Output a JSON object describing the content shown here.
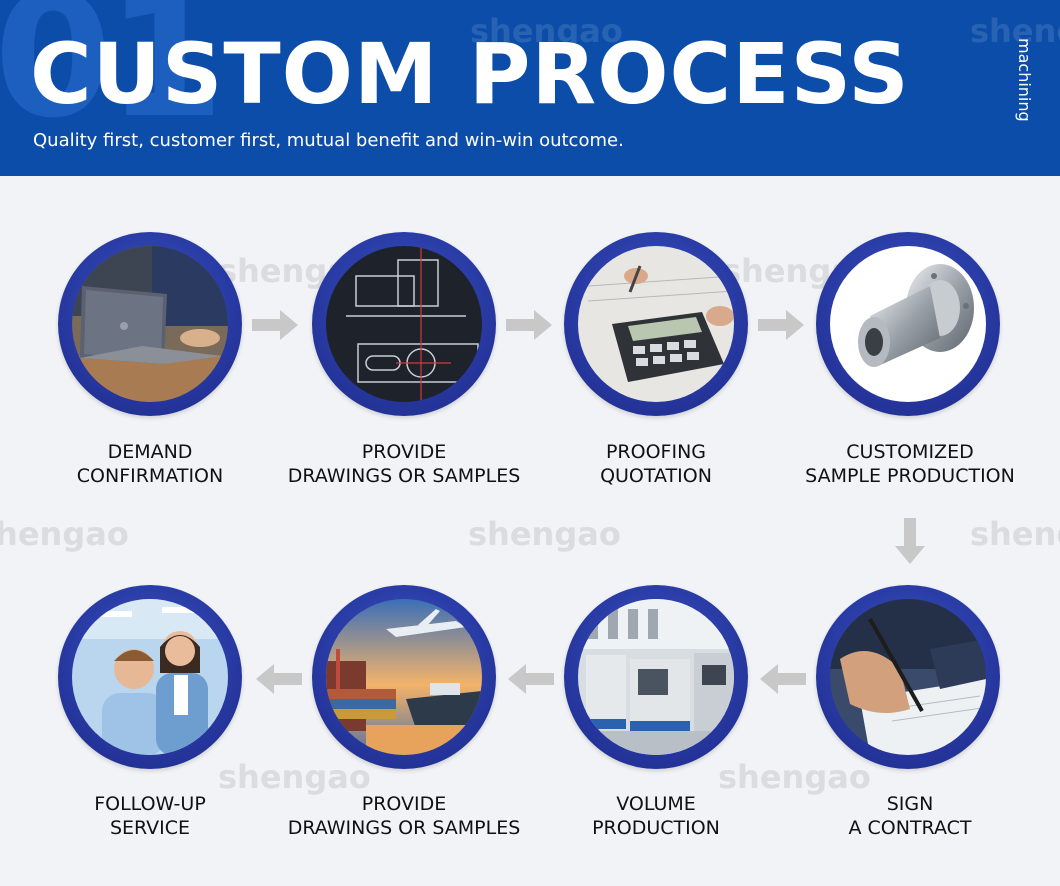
{
  "header": {
    "number": "01",
    "title": "CUSTOM PROCESS",
    "subtitle": "Quality first, customer first, mutual benefit and win-win outcome.",
    "side_text": "machining"
  },
  "watermark": "shengao",
  "steps": [
    {
      "line1": "DEMAND",
      "line2": "CONFIRMATION"
    },
    {
      "line1": "PROVIDE",
      "line2": "DRAWINGS OR SAMPLES"
    },
    {
      "line1": "PROOFING",
      "line2": "QUOTATION"
    },
    {
      "line1": "CUSTOMIZED",
      "line2": "SAMPLE PRODUCTION"
    },
    {
      "line1": "SIGN",
      "line2": "A CONTRACT"
    },
    {
      "line1": "VOLUME",
      "line2": "PRODUCTION"
    },
    {
      "line1": "PROVIDE",
      "line2": "DRAWINGS OR SAMPLES"
    },
    {
      "line1": "FOLLOW-UP",
      "line2": "SERVICE"
    }
  ],
  "colors": {
    "header": "#0b4da9",
    "ring": "#24349a",
    "arrow": "#c8c8c8",
    "background": "#f1f3f6"
  }
}
